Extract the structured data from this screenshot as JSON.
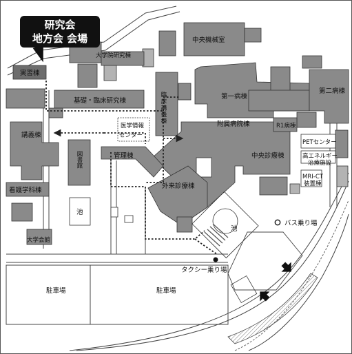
{
  "callout": {
    "line1": "研究会",
    "line2": "地方会 会場"
  },
  "labels": {
    "central_machinery": "中央機械室",
    "university_research": "大学院研究棟",
    "practice": "実習棟",
    "basic_clinical": "基礎・臨床研究棟",
    "clinical_lecture": "臨床講義棟",
    "first_ward": "第一病棟",
    "second_ward": "第二病棟",
    "affiliated_hospital": "附属病院棟",
    "r1_ward": "R1病棟",
    "lecture_hall": "講義棟",
    "medical_info_1": "医学情報",
    "medical_info_2": "センター",
    "library": "図書館",
    "admin": "管理棟",
    "central_clinic": "中央診療棟",
    "pet_center": "PETセンター",
    "high_energy_1": "高エネルギー",
    "high_energy_2": "治療施設",
    "mri_ct_1": "MRI-CT",
    "mri_ct_2": "装置棟",
    "outpatient": "外来診療棟",
    "nursing": "看護学科棟",
    "pond_1": "池",
    "pond_2": "池",
    "bus_stop": "バス乗り場",
    "university_hall": "大学会館",
    "taxi_stand": "タクシー乗り場",
    "parking_1": "駐車場",
    "parking_2": "駐車場"
  },
  "colors": {
    "building": "#8a8a8a",
    "building_dark": "#6d6d6d",
    "building_light": "#b3b3b3",
    "outline": "#333333",
    "route": "#222222",
    "callout_bg": "#111111"
  }
}
